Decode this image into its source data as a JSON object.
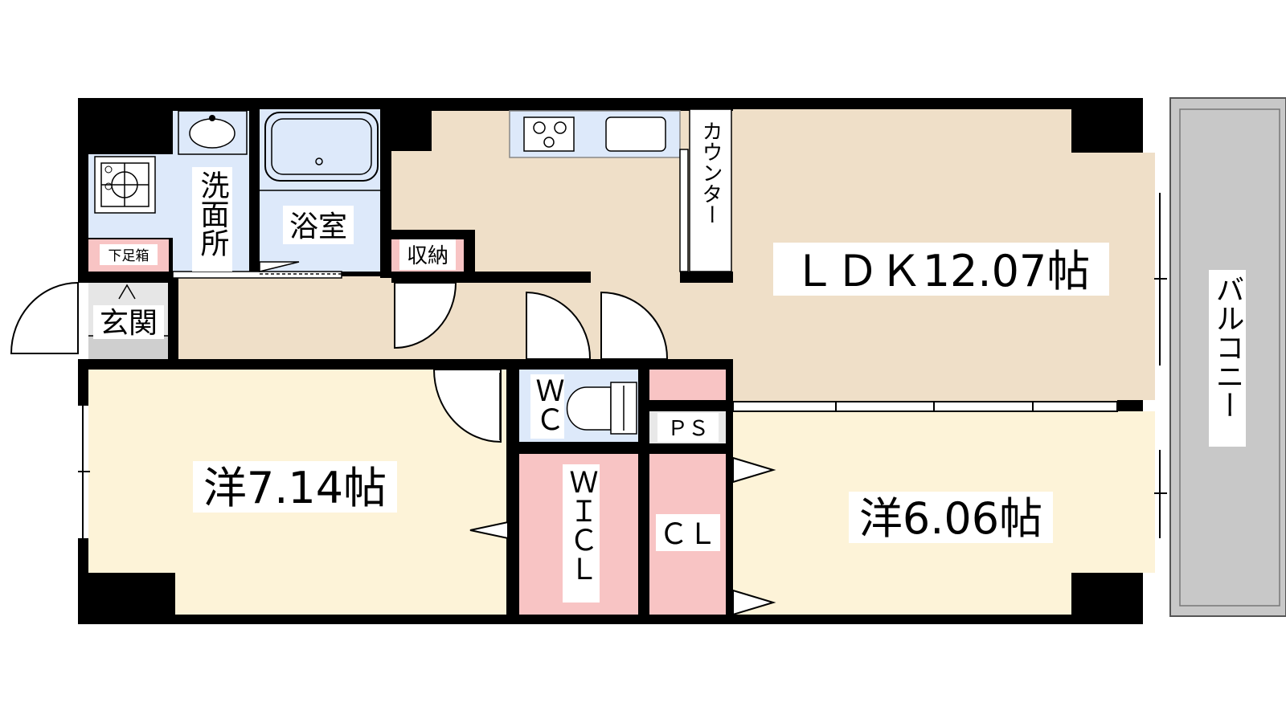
{
  "rooms": {
    "ldk": "ＬＤＫ12.07帖",
    "western_a": "洋7.14帖",
    "western_b": "洋6.06帖",
    "washroom": "洗面所",
    "bath": "浴室",
    "storage": "収納",
    "shoe_box": "下足箱",
    "entrance": "玄関",
    "counter": "カウンター",
    "balcony": "バルコニー",
    "wc": "ＷＣ",
    "wic": "ＷＩＣＬ",
    "ps": "ＰＳ",
    "cl": "ＣＬ"
  },
  "colors": {
    "wall": "#000000",
    "ldk_floor": "#efdfc8",
    "bedroom_floor": "#fdf3d8",
    "wet_area": "#dde9fa",
    "closet": "#f8c4c4",
    "balcony": "#c8c8c8",
    "entrance_floor": "#cfcfcf"
  }
}
